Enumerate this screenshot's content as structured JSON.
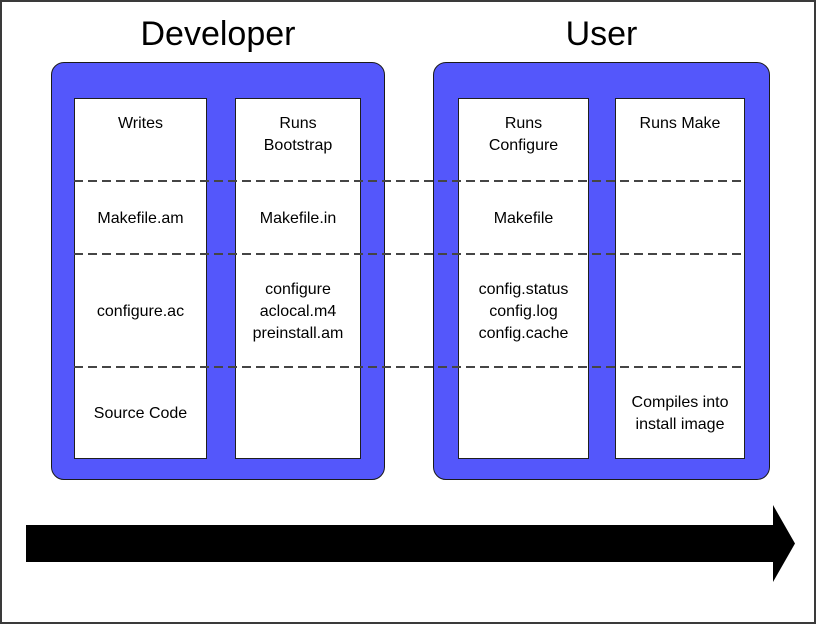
{
  "colors": {
    "page_bg": "#ffffff",
    "page_border": "#3a3a3a",
    "box_fill": "#5457fb",
    "box_outline": "#1a1a1a",
    "col_outline": "#1f1f1f",
    "cell_fill": "#ffffff",
    "dash_color": "#454545",
    "arrow_fill": "#000000",
    "text": "#000000"
  },
  "sections": [
    {
      "title": "Developer",
      "columns": [
        {
          "rows": [
            "Writes",
            "Makefile.am",
            "configure.ac",
            "Source Code"
          ]
        },
        {
          "rows": [
            "Runs\nBootstrap",
            "Makefile.in",
            "configure\naclocal.m4\npreinstall.am",
            ""
          ]
        }
      ]
    },
    {
      "title": "User",
      "columns": [
        {
          "rows": [
            "Runs\nConfigure",
            "Makefile",
            "config.status\nconfig.log\nconfig.cache",
            ""
          ]
        },
        {
          "rows": [
            "Runs Make",
            "",
            "",
            "Compiles into\ninstall image"
          ]
        }
      ]
    }
  ],
  "arrow": {
    "direction": "right"
  }
}
